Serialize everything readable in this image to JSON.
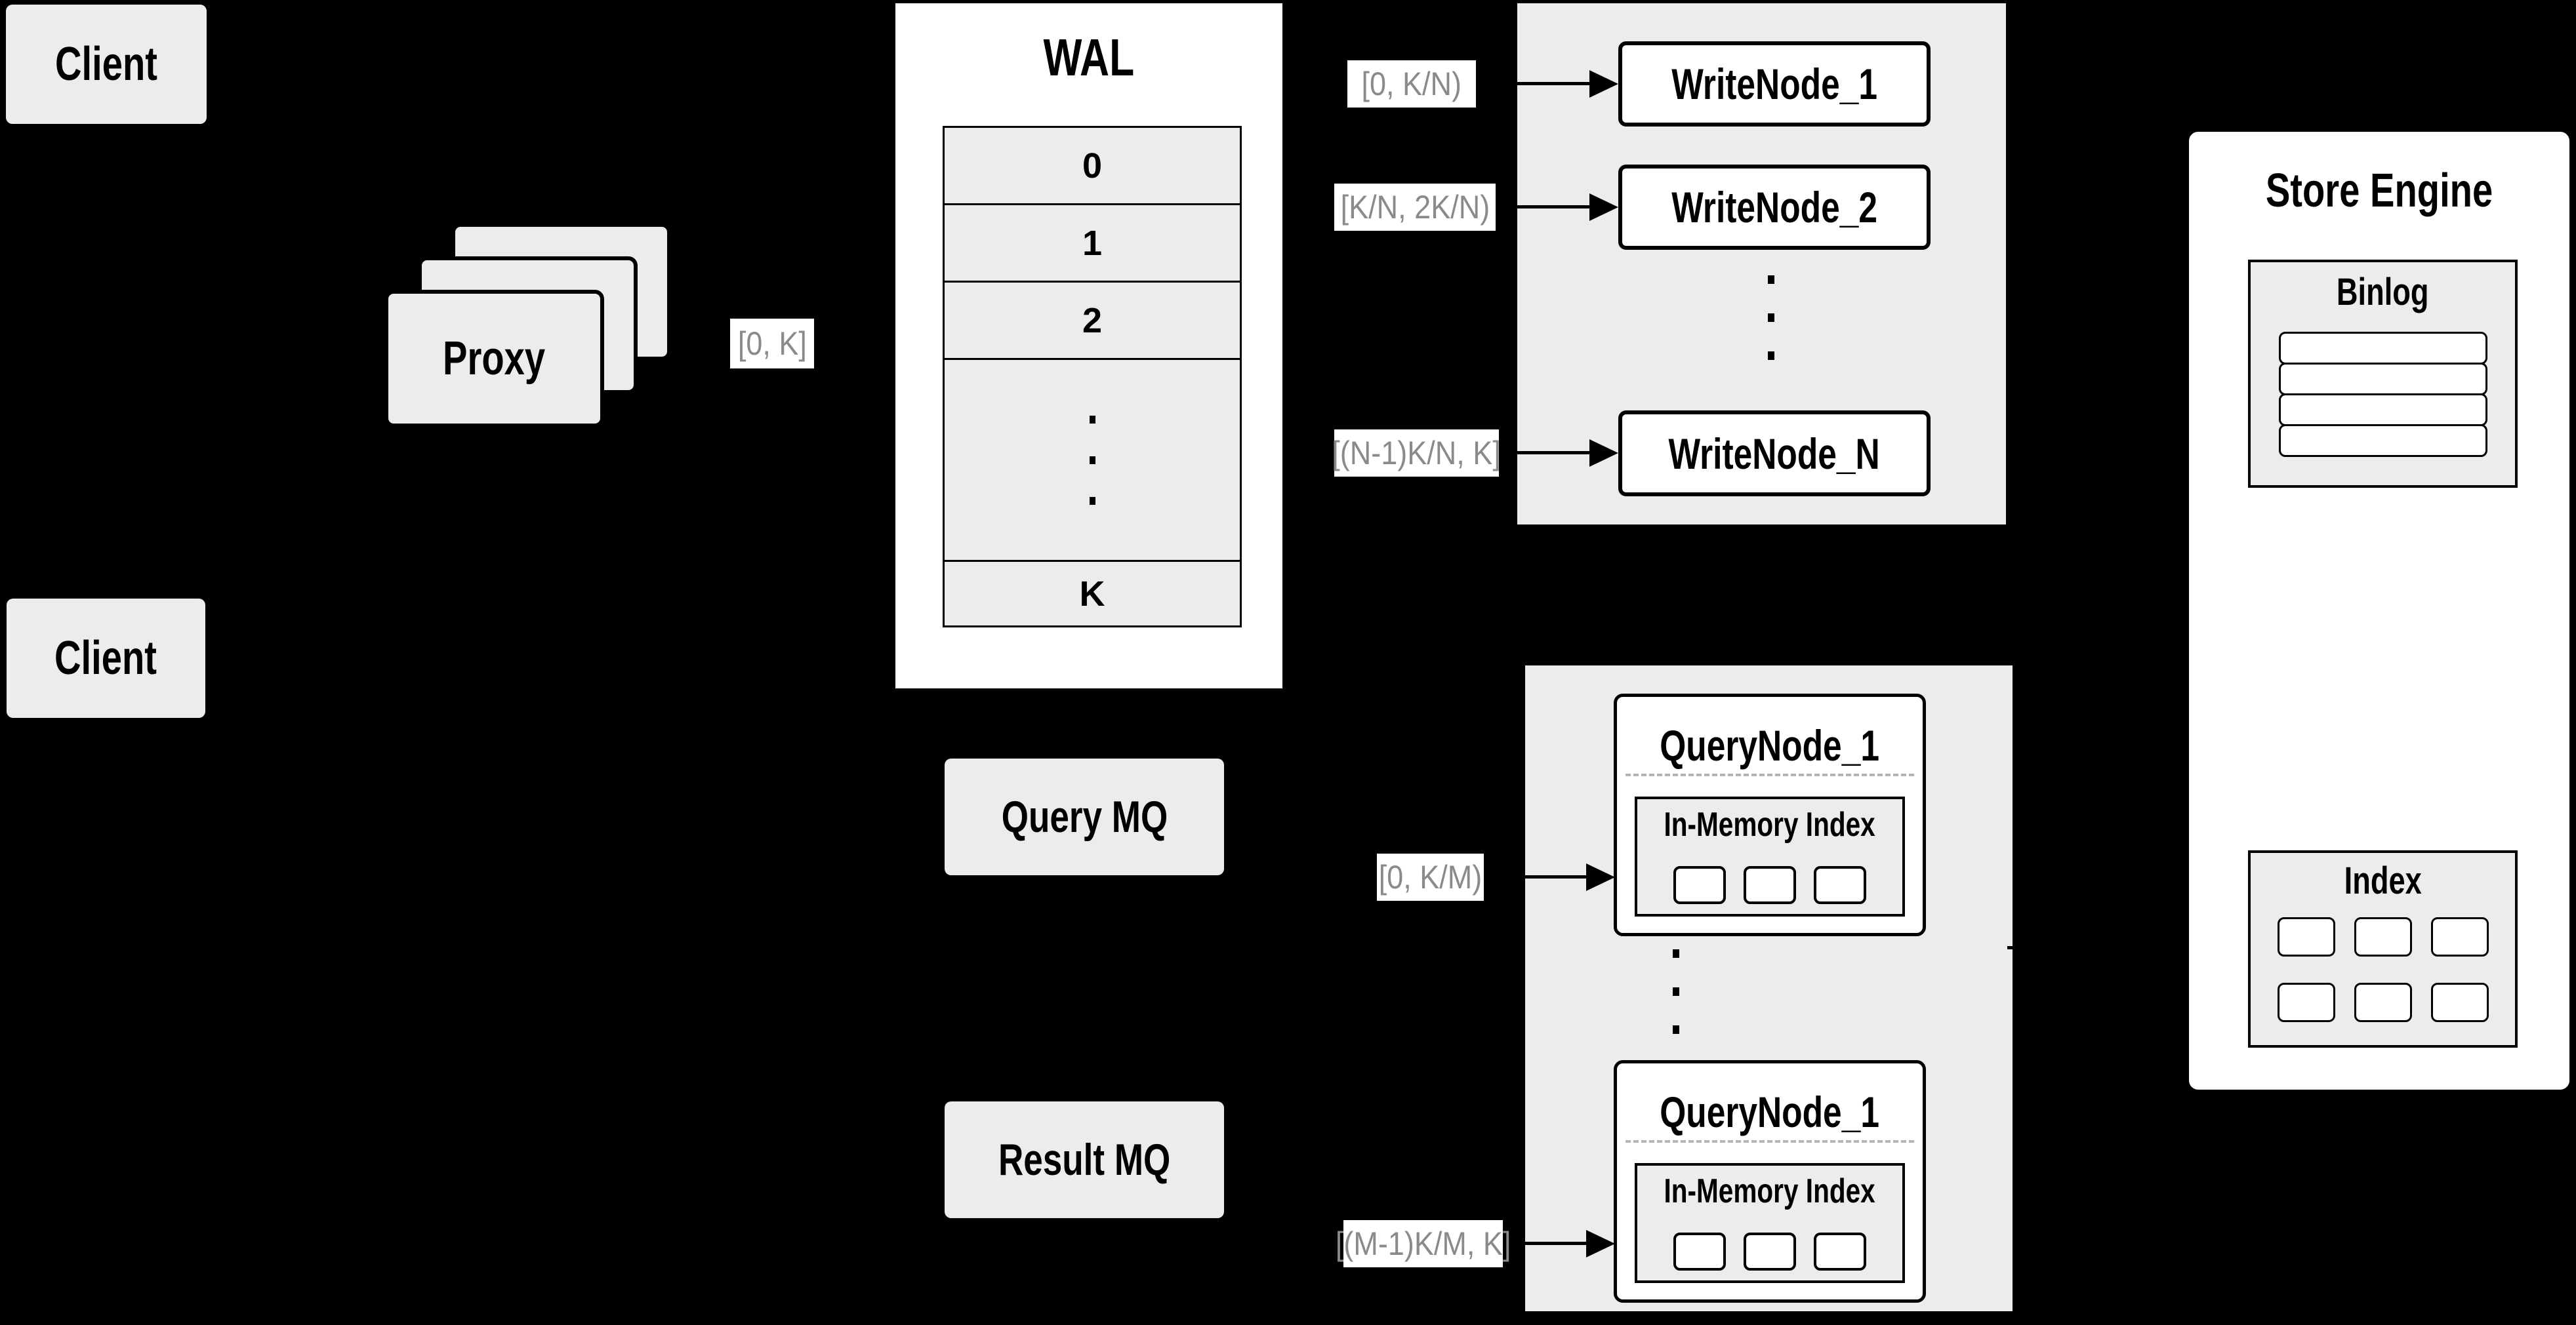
{
  "colors": {
    "background": "#000000",
    "panel": "#ececec",
    "box": "#ffffff",
    "line": "#000000",
    "label_text": "#8a8a8a"
  },
  "clients": {
    "top": "Client",
    "bottom": "Client"
  },
  "proxy": {
    "label": "Proxy"
  },
  "wal": {
    "title": "WAL",
    "segments": [
      "0",
      "1",
      "2"
    ],
    "last_segment": "K"
  },
  "write_panel": {
    "nodes": [
      "WriteNode_1",
      "WriteNode_2",
      "WriteNode_N"
    ]
  },
  "query_panel": {
    "nodes": [
      {
        "title": "QueryNode_1",
        "memory_index": "In-Memory Index"
      },
      {
        "title": "QueryNode_1",
        "memory_index": "In-Memory Index"
      }
    ]
  },
  "mq": {
    "query": "Query MQ",
    "result": "Result MQ"
  },
  "store_engine": {
    "title": "Store Engine",
    "binlog": "Binlog",
    "index": "Index"
  },
  "flow_labels": {
    "proxy_to_wal": "[0, K]",
    "wal_to_write_1": "[0, K/N)",
    "wal_to_write_2": "[K/N, 2K/N)",
    "wal_to_write_n": "[(N-1)K/N, K]",
    "query_mq_to_node": "[0, K/M)",
    "result_mq_to_node": "[(M-1)K/M, K]"
  }
}
